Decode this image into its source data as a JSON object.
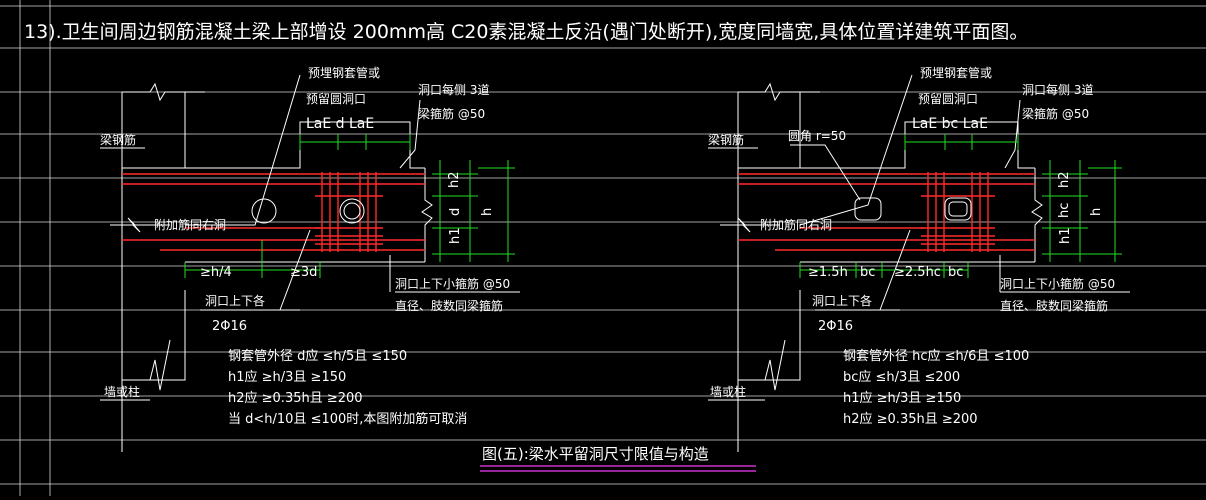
{
  "header": {
    "note": "13).卫生间周边钢筋混凝土梁上部增设 200mm高 C20素混凝土反沿(遇门处断开),宽度同墙宽,具体位置详建筑平面图。"
  },
  "left": {
    "label_embed": "预埋钢套管或",
    "label_reserve": "预留圆洞口",
    "label_hole_side": "洞口每侧 3道",
    "label_stirrup50": "梁箍筋 @50",
    "dim_top": "LaE  d  LaE",
    "label_beam_bar": "梁钢筋",
    "label_add_bar": "附加筋同右洞",
    "dim_h4": "≥h/4",
    "dim_3d": "≥3d",
    "label_above_below": "洞口上下各",
    "label_2phi16": "2Φ16",
    "label_small_stirrup": "洞口上下小箍筋 @50",
    "label_same_dia": "直径、肢数同梁箍筋",
    "label_wall": "墙或柱",
    "dim_h1": "h1",
    "dim_d": "d",
    "dim_h2": "h2",
    "dim_h": "h",
    "rules": [
      "钢套管外径 d应 ≤h/5且 ≤150",
      "h1应 ≥h/3且 ≥150",
      "h2应 ≥0.35h且 ≥200",
      "当 d<h/10且 ≤100时,本图附加筋可取消"
    ]
  },
  "right": {
    "label_embed": "预埋钢套管或",
    "label_reserve": "预留圆洞口",
    "label_hole_side": "洞口每侧 3道",
    "label_stirrup50": "梁箍筋 @50",
    "dim_top": "LaE  bc  LaE",
    "label_beam_bar": "梁钢筋",
    "label_round": "圆角 r=50",
    "label_add_bar": "附加筋同右洞",
    "dim_15h": "≥1.5h",
    "dim_bc1": "bc",
    "dim_25hc": "≥2.5hc",
    "dim_bc2": "bc",
    "label_above_below": "洞口上下各",
    "label_2phi16": "2Φ16",
    "label_small_stirrup": "洞口上下小箍筋 @50",
    "label_same_dia": "直径、肢数同梁箍筋",
    "label_wall": "墙或柱",
    "dim_h1": "h1",
    "dim_hc": "hc",
    "dim_h2": "h2",
    "dim_h": "h",
    "rules": [
      "钢套管外径 hc应 ≤h/6且 ≤100",
      "bc应 ≤h/3且 ≤200",
      "h1应 ≥h/3且 ≥150",
      "h2应 ≥0.35h且 ≥200"
    ]
  },
  "caption": "图(五):梁水平留洞尺寸限值与构造",
  "colors": {
    "background": "#000000",
    "line": "#ffffff",
    "rebar": "#ff2a2a",
    "dimension": "#22dd22",
    "caption_underline": "#cc33cc"
  }
}
